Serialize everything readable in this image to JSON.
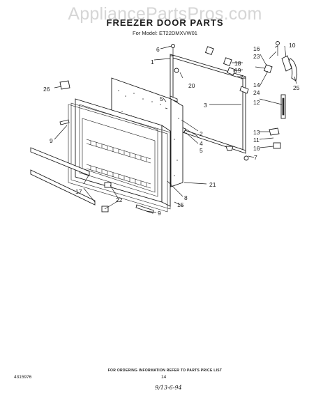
{
  "watermark": "AppliancePartsPros.com",
  "title": "FREEZER DOOR PARTS",
  "model_line": "For Model: ET22DMXVW01",
  "callouts": [
    "1",
    "2",
    "3",
    "4",
    "5",
    "6",
    "7",
    "8",
    "9",
    "10",
    "11",
    "12",
    "13",
    "14",
    "15",
    "16",
    "17",
    "18",
    "19",
    "20",
    "21",
    "22",
    "23",
    "24",
    "25",
    "26"
  ],
  "footnote": "FOR ORDERING INFORMATION REFER TO PARTS PRICE LIST",
  "document_number": "4315976",
  "page_number": "14",
  "handwritten_date": "9/13-6-94"
}
